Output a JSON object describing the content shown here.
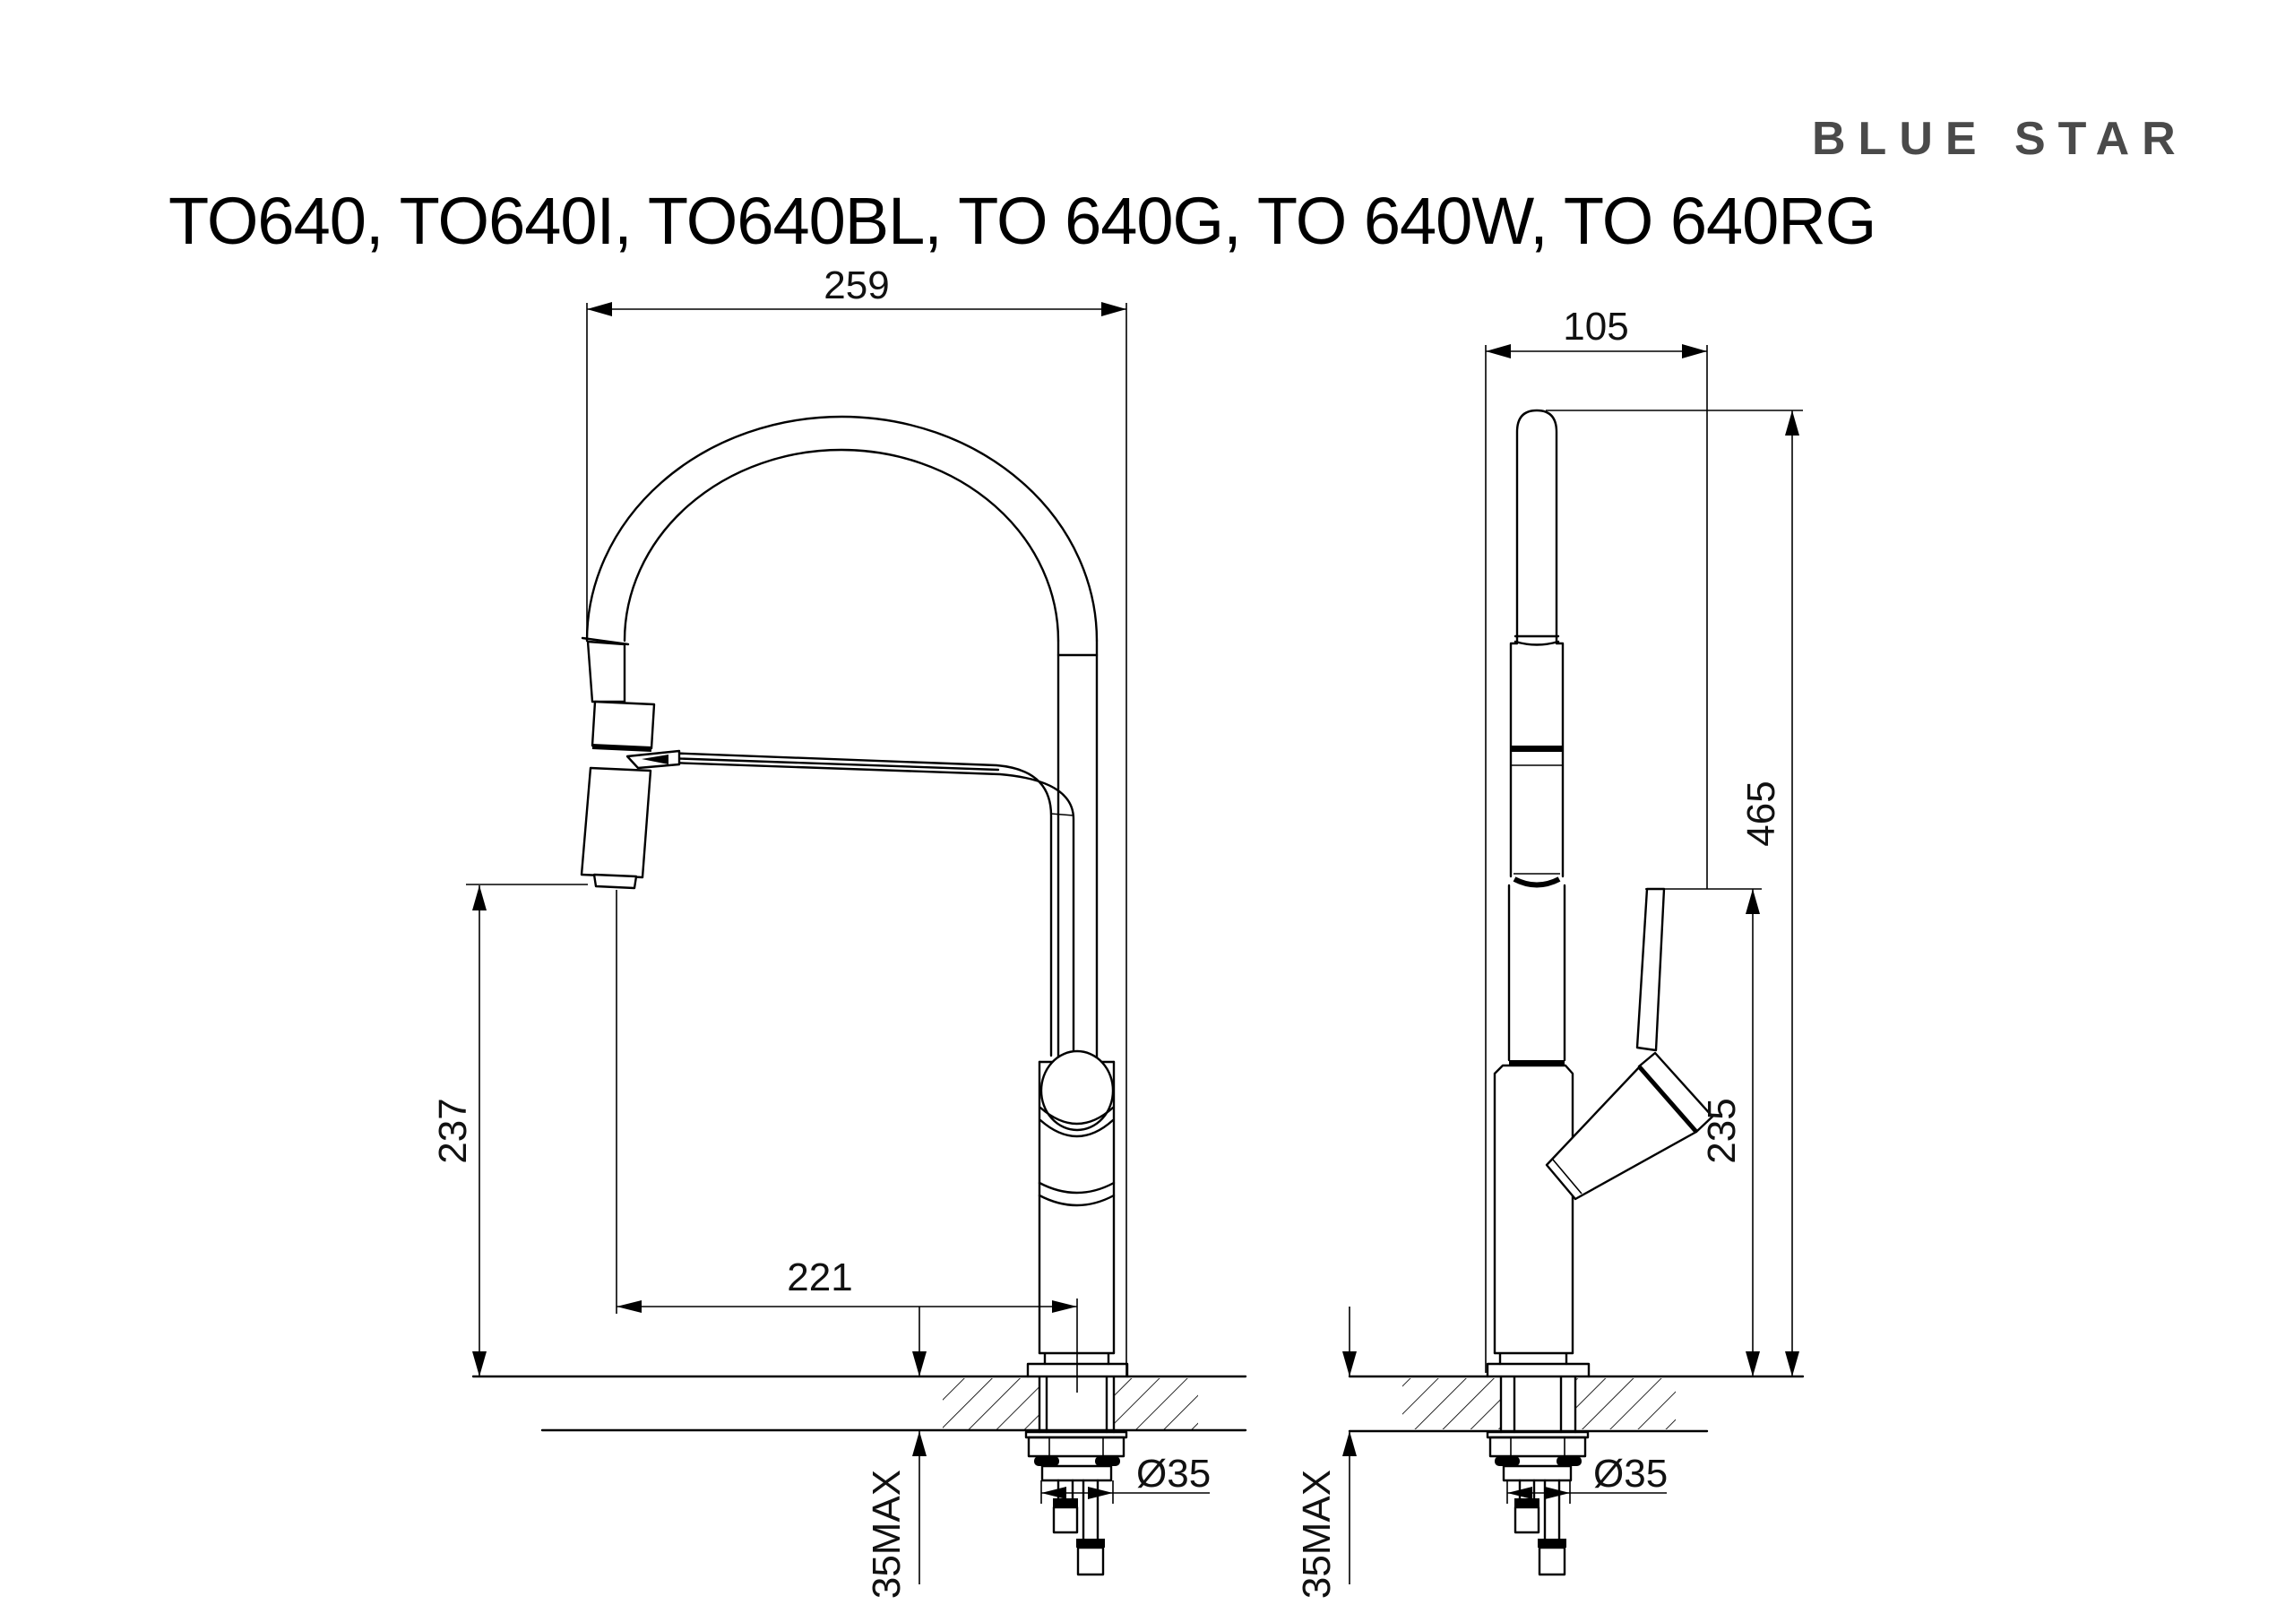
{
  "header": {
    "logo_text": "BLUE STAR",
    "title": "TO640, TO640I, TO640BL, TO 640G, TO 640W, TO 640RG"
  },
  "front_view": {
    "width": "259",
    "spray_height": "237",
    "spout_reach": "221",
    "mount_hole_dia": "Ø35",
    "counter_thickness": "35MAX"
  },
  "side_view": {
    "depth": "105",
    "total_height": "465",
    "handle_height": "235",
    "mount_hole_dia": "Ø35",
    "counter_thickness": "35MAX"
  },
  "colors": {
    "line": "#000000",
    "logo": "#4a4a4a",
    "text": "#111111",
    "background": "#ffffff"
  }
}
